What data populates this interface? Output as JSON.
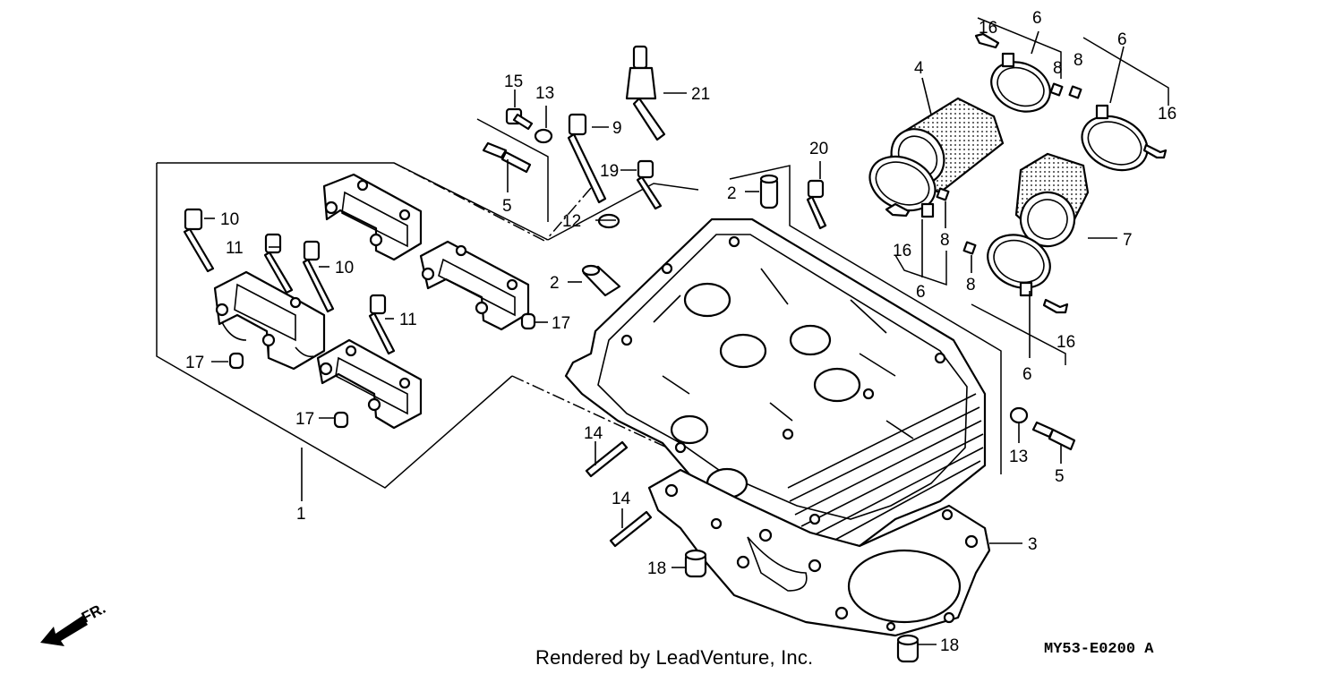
{
  "callouts": {
    "c1": "1",
    "c2a": "2",
    "c2b": "2",
    "c3": "3",
    "c4": "4",
    "c5a": "5",
    "c5b": "5",
    "c6a": "6",
    "c6b": "6",
    "c6c": "6",
    "c6d": "6",
    "c7": "7",
    "c8a": "8",
    "c8b": "8",
    "c8c": "8",
    "c8d": "8",
    "c9": "9",
    "c10a": "10",
    "c10b": "10",
    "c11a": "11",
    "c11b": "11",
    "c12": "12",
    "c13a": "13",
    "c13b": "13",
    "c14a": "14",
    "c14b": "14",
    "c15": "15",
    "c16a": "16",
    "c16b": "16",
    "c16c": "16",
    "c16d": "16",
    "c17a": "17",
    "c17b": "17",
    "c17c": "17",
    "c18a": "18",
    "c18b": "18",
    "c19": "19",
    "c20": "20",
    "c21": "21"
  },
  "front_marker": "FR.",
  "footer": {
    "credit": "Rendered by LeadVenture, Inc.",
    "diagram_code": "MY53-E0200 A"
  }
}
